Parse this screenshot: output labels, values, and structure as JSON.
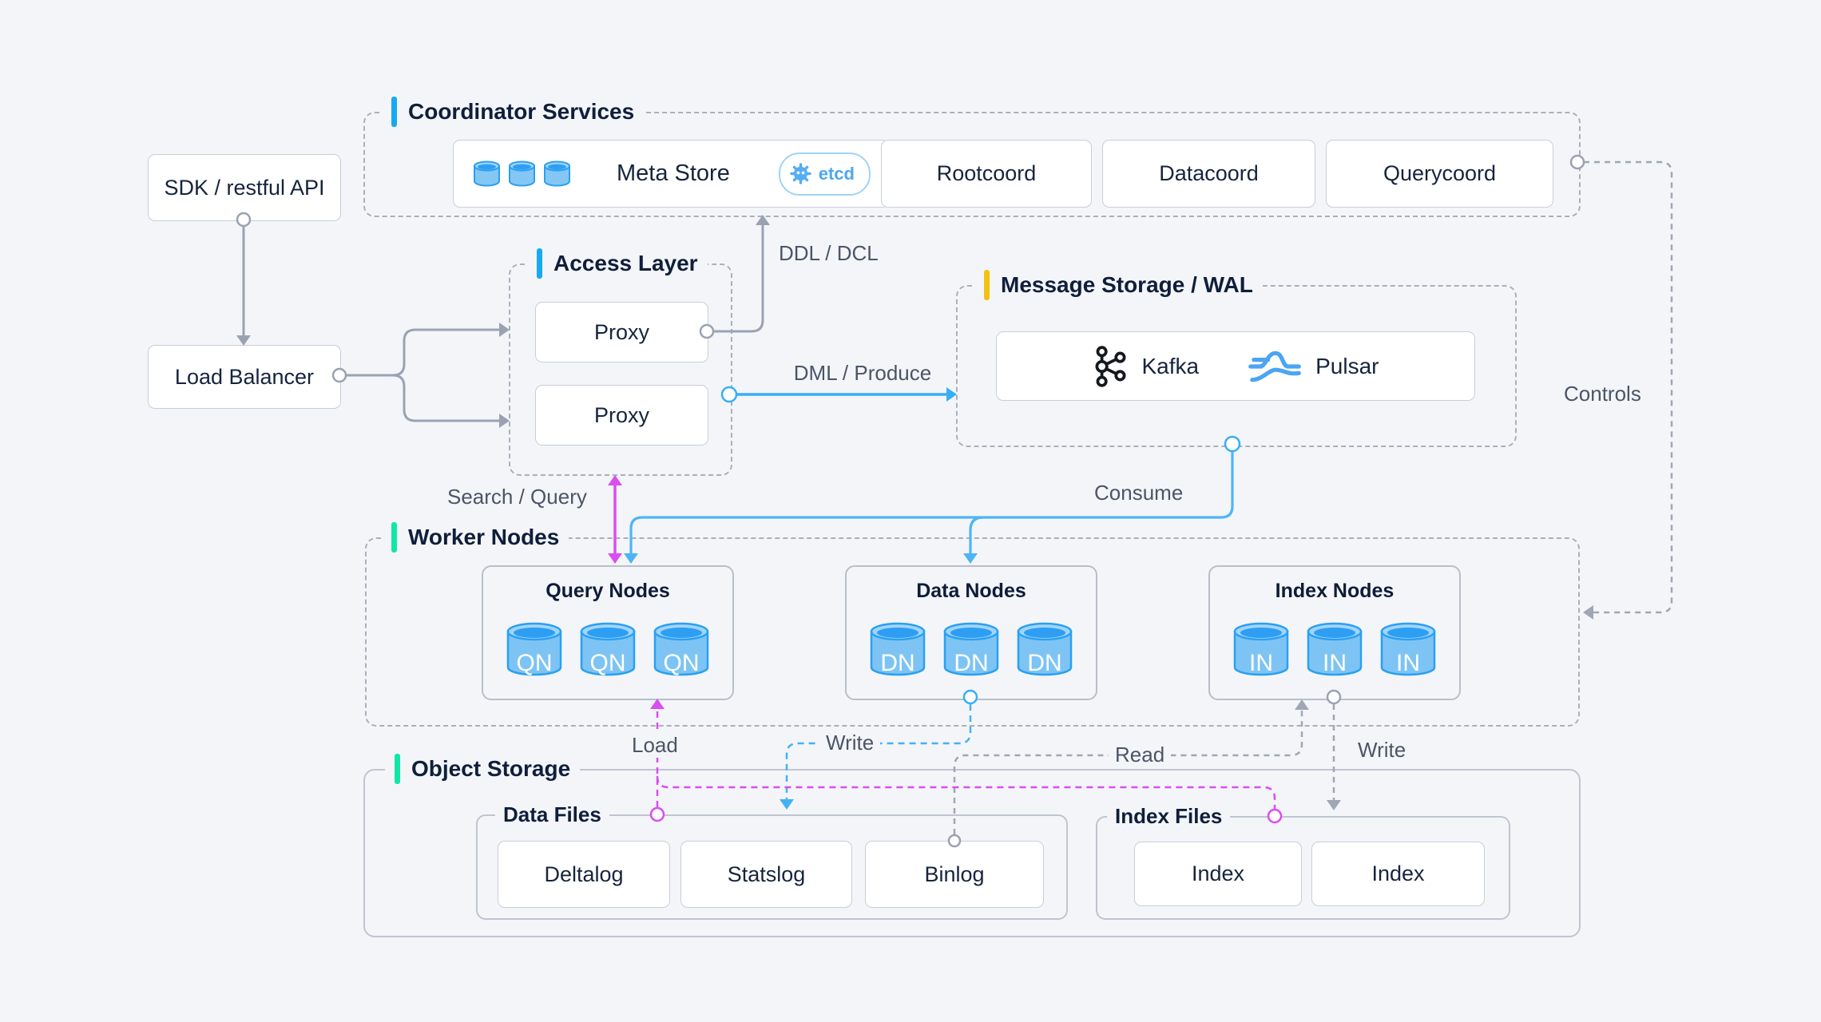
{
  "nodes": {
    "sdk": "SDK / restful API",
    "load_balancer": "Load Balancer"
  },
  "coordinator": {
    "title": "Coordinator Services",
    "meta_store": {
      "label": "Meta Store",
      "badge": "etcd"
    },
    "services": [
      "Rootcoord",
      "Datacoord",
      "Querycoord"
    ]
  },
  "access_layer": {
    "title": "Access Layer",
    "proxies": [
      "Proxy",
      "Proxy"
    ]
  },
  "message_storage": {
    "title": "Message Storage / WAL",
    "engines": [
      "Kafka",
      "Pulsar"
    ]
  },
  "worker_nodes": {
    "title": "Worker Nodes",
    "groups": [
      {
        "title": "Query Nodes",
        "instances": [
          "QN",
          "QN",
          "QN"
        ]
      },
      {
        "title": "Data Nodes",
        "instances": [
          "DN",
          "DN",
          "DN"
        ]
      },
      {
        "title": "Index Nodes",
        "instances": [
          "IN",
          "IN",
          "IN"
        ]
      }
    ]
  },
  "object_storage": {
    "title": "Object Storage",
    "data_files": {
      "title": "Data Files",
      "files": [
        "Deltalog",
        "Statslog",
        "Binlog"
      ]
    },
    "index_files": {
      "title": "Index Files",
      "files": [
        "Index",
        "Index"
      ]
    }
  },
  "flows": {
    "ddl": "DDL / DCL",
    "dml": "DML / Produce",
    "search": "Search / Query",
    "consume": "Consume",
    "controls": "Controls",
    "load": "Load",
    "write_data": "Write",
    "read": "Read",
    "write_index": "Write"
  },
  "icons": {
    "meta_store": "database-cylinders-icon",
    "etcd": "etcd-gear-icon",
    "kafka": "kafka-icon",
    "pulsar": "pulsar-icon",
    "node_instance": "database-cylinder-icon"
  },
  "colors": {
    "background": "#f3f5f9",
    "accent_blue": "#18a9f2",
    "accent_yellow": "#f2c113",
    "accent_green": "#10e7a6",
    "line_gray": "#9aa2b2",
    "line_blue": "#38aef5",
    "line_magenta": "#d94ef0",
    "title_text": "#0f1e3a",
    "label_text": "#4b5566",
    "cylinder_body": "#7dc4f4",
    "cylinder_top": "#2e9ef3"
  }
}
